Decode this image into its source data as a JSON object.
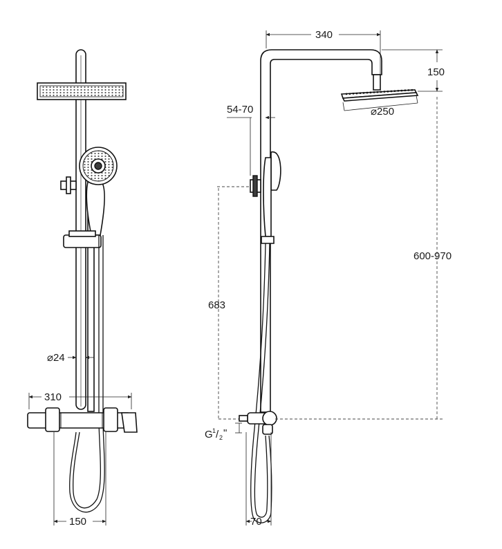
{
  "dimensions": {
    "arm_reach": "340",
    "head_height": "150",
    "head_diameter": "⌀250",
    "wall_offset": "54-70",
    "column_height": "600-970",
    "support_height": "683",
    "bar_diameter": "⌀24",
    "mixer_width": "310",
    "inlet_thread_main": "G",
    "inlet_thread_fraction_num": "1",
    "inlet_thread_fraction_den": "2",
    "inlet_thread_suffix": "\"",
    "inlet_spacing": "150",
    "mixer_depth": "70"
  }
}
